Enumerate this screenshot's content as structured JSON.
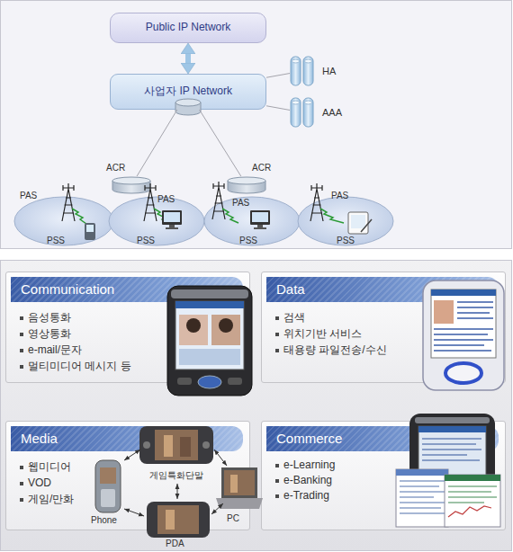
{
  "diagram": {
    "nodes": [
      {
        "text": [
          "Public IP Network"
        ]
      },
      {
        "text": [
          "사업자 IP Network"
        ]
      },
      {
        "text": [
          "HA"
        ]
      },
      {
        "text": [
          "AAA"
        ]
      },
      {
        "text": [
          "ACR"
        ]
      },
      {
        "text": [
          "ACR"
        ]
      },
      {
        "text": [
          "PAS",
          "PSS"
        ]
      },
      {
        "text": [
          "PAS",
          "PSS"
        ]
      },
      {
        "text": [
          "PAS",
          "PSS"
        ]
      },
      {
        "text": [
          "PAS",
          "PSS"
        ]
      },
      {
        "text": [
          "Communication",
          "음성통화",
          "영상통화",
          "e-mail/문자",
          "멀티미디어 메시지 등"
        ]
      },
      {
        "text": [
          "Data",
          "검색",
          "위치기반 서비스",
          "태용량 파일전송/수신"
        ]
      },
      {
        "text": [
          "Media",
          "웹미디어",
          "VOD",
          "게임/만화"
        ]
      },
      {
        "text": [
          "Commerce",
          "e-Learning",
          "e-Banking",
          "e-Trading"
        ]
      }
    ],
    "edges": [
      {
        "from": 0,
        "to": 1,
        "arrow": "both"
      },
      {
        "from": 1,
        "to": 2,
        "arrow": "none"
      },
      {
        "from": 1,
        "to": 3,
        "arrow": "none"
      },
      {
        "from": 1,
        "to": 4,
        "arrow": "none"
      },
      {
        "from": 1,
        "to": 5,
        "arrow": "none"
      }
    ],
    "labels": [
      "게임특화단말",
      "Phone",
      "PDA",
      "PC"
    ]
  }
}
